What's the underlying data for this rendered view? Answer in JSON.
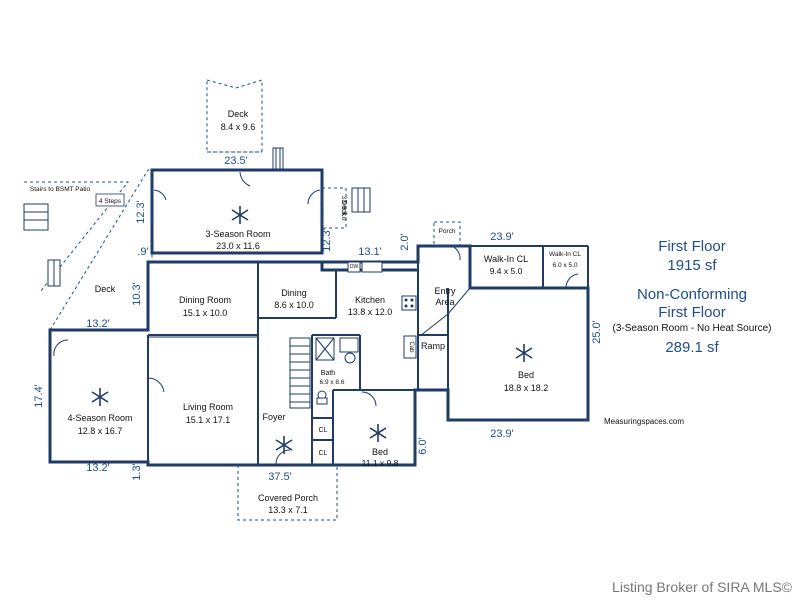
{
  "rooms": {
    "deck_top": {
      "name": "Deck",
      "size": "8.4 x 9.6"
    },
    "three_season": {
      "name": "3-Season Room",
      "size": "23.0 x 11.6"
    },
    "deck_side": {
      "name": "Deck",
      "size": "3.9 x 6.0"
    },
    "dining_room": {
      "name": "Dining Room",
      "size": "15.1 x 10.0"
    },
    "dining": {
      "name": "Dining",
      "size": "8.6 x 10.0"
    },
    "kitchen": {
      "name": "Kitchen",
      "size": "13.8 x 12.0"
    },
    "entry": {
      "name": "Entry",
      "name2": "Area"
    },
    "porch_small": {
      "name": "Porch"
    },
    "walkin_1": {
      "name": "Walk-In CL",
      "size": "9.4 x 5.0"
    },
    "walkin_2": {
      "name": "Walk-In CL",
      "size": "6.0 x 5.0"
    },
    "deck_left": {
      "name": "Deck"
    },
    "four_season": {
      "name": "4-Season Room",
      "size": "12.8 x 16.7"
    },
    "living": {
      "name": "Living Room",
      "size": "15.1 x 17.1"
    },
    "foyer": {
      "name": "Foyer"
    },
    "bath": {
      "name": "Bath",
      "size": "6.9 x 8.6"
    },
    "cl1": {
      "name": "CL"
    },
    "cl2": {
      "name": "CL"
    },
    "bed_small": {
      "name": "Bed",
      "size": "11.1 x 9.8"
    },
    "bed_large": {
      "name": "Bed",
      "size": "18.8 x 18.2"
    },
    "ramp": {
      "name": "Ramp"
    },
    "covered_porch": {
      "name": "Covered Porch",
      "size": "13.3 x 7.1"
    },
    "stairs_bsmt": {
      "name": "Stairs to BSMT Patio"
    },
    "four_steps": {
      "name": "4 Steps"
    },
    "dw": {
      "name": "DW"
    },
    "cab": {
      "name": "Cab"
    }
  },
  "dimensions": {
    "d_23_5": "23.5'",
    "d_12_3a": "12.3'",
    "d_9": ".9'",
    "d_12_3b": "12.3'",
    "d_13_1": "13.1'",
    "d_2_0": "2.0'",
    "d_23_9_top": "23.9'",
    "d_10_3": "10.3'",
    "d_13_2_top": "13.2'",
    "d_17_4": "17.4'",
    "d_13_2_bot": "13.2'",
    "d_1_3": "1.3'",
    "d_37_5": "37.5'",
    "d_6_0": "6.0'",
    "d_25_0": "25.0'",
    "d_23_9_bot": "23.9'"
  },
  "summary": {
    "floor_title": "First Floor",
    "floor_area": "1915 sf",
    "nc_title_1": "Non-Conforming",
    "nc_title_2": "First Floor",
    "nc_note": "(3-Season Room - No Heat Source)",
    "nc_area": "289.1 sf"
  },
  "watermark": "Measuringspaces.com",
  "credit": "Listing Broker of SIRA MLS©",
  "colors": {
    "wall": "#1f3b66",
    "dimension_text": "#1f4e8c",
    "credit_text": "#777777"
  }
}
